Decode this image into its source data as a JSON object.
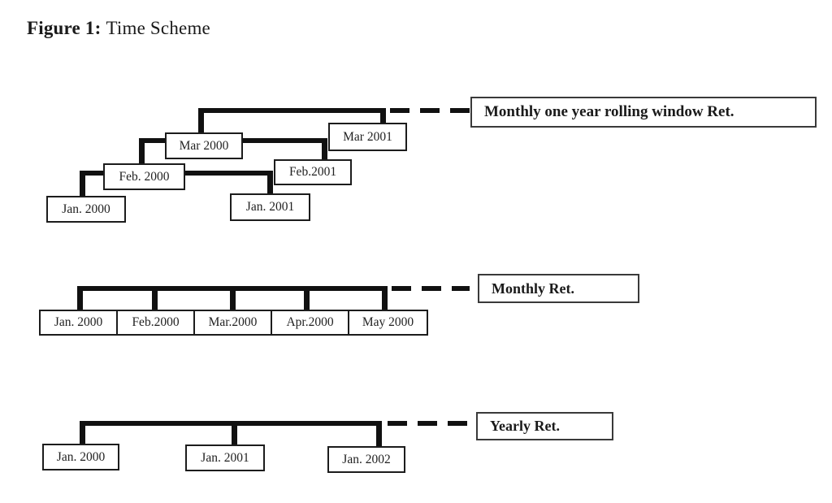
{
  "title": {
    "prefix": "Figure 1:",
    "rest": "Time Scheme"
  },
  "colors": {
    "line": "#111111",
    "box_border": "#1c1c1c",
    "background": "#ffffff",
    "text": "#1a1a1a"
  },
  "rolling": {
    "label": "Monthly one year rolling window Ret.",
    "boxes": [
      {
        "label": "Jan. 2000"
      },
      {
        "label": "Feb. 2000"
      },
      {
        "label": "Mar 2000"
      },
      {
        "label": "Jan. 2001"
      },
      {
        "label": "Feb.2001"
      },
      {
        "label": "Mar 2001"
      }
    ]
  },
  "monthly": {
    "label": "Monthly Ret.",
    "boxes": [
      {
        "label": "Jan. 2000"
      },
      {
        "label": "Feb.2000"
      },
      {
        "label": "Mar.2000"
      },
      {
        "label": "Apr.2000"
      },
      {
        "label": "May 2000"
      }
    ]
  },
  "yearly": {
    "label": "Yearly Ret.",
    "boxes": [
      {
        "label": "Jan. 2000"
      },
      {
        "label": "Jan. 2001"
      },
      {
        "label": "Jan. 2002"
      }
    ]
  }
}
